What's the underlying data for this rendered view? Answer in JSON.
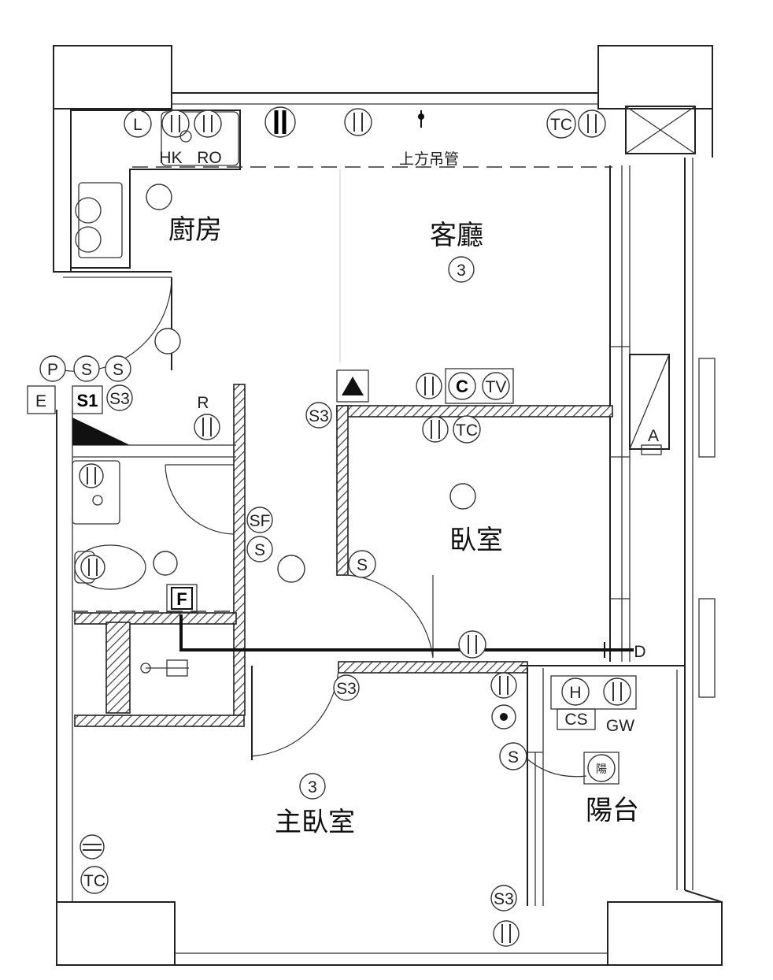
{
  "rooms": {
    "kitchen": "廚房",
    "living": "客廳",
    "bedroom": "臥室",
    "master": "主臥室",
    "balcony": "陽台"
  },
  "notes": {
    "pipe": "上方吊管"
  },
  "labels": {
    "L": "L",
    "HK": "HK",
    "RO": "RO",
    "TC": "TC",
    "P": "P",
    "S": "S",
    "S1": "S1",
    "S3": "S3",
    "E": "E",
    "R": "R",
    "SF": "SF",
    "F": "F",
    "C": "C",
    "TV": "TV",
    "A": "A",
    "H": "H",
    "CS": "CS",
    "GW": "GW",
    "D": "D",
    "yang": "陽",
    "three": "3"
  }
}
